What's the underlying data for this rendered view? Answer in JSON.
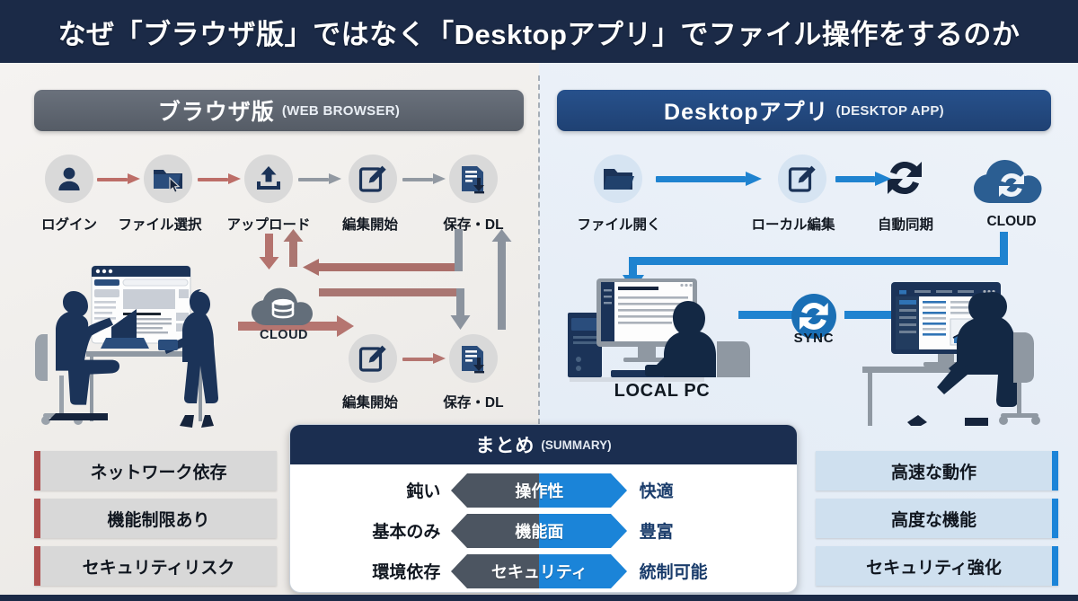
{
  "title": "なぜ「ブラウザ版」ではなく「Desktopアプリ」でファイル操作をするのか",
  "colors": {
    "title_bar": "#1b2a47",
    "browser_pill": "#555c66",
    "desktop_pill": "#234a80",
    "left_accent": "#b0504f",
    "right_accent": "#1b84d8",
    "summary_head": "#1b2e50",
    "hex_left": "#4c5561",
    "hex_right": "#1b84d8"
  },
  "left_panel": {
    "header": {
      "jp": "ブラウザ版",
      "en": "(WEB BROWSER)"
    },
    "flow_top": [
      {
        "label": "ログイン",
        "icon": "user-icon"
      },
      {
        "label": "ファイル選択",
        "icon": "folder-cursor-icon"
      },
      {
        "label": "アップロード",
        "icon": "upload-icon"
      },
      {
        "label": "編集開始",
        "icon": "edit-pencil-icon"
      },
      {
        "label": "保存・DL",
        "icon": "save-download-icon"
      }
    ],
    "flow_second": [
      {
        "label": "編集開始",
        "icon": "edit-pencil-icon"
      },
      {
        "label": "保存・DL",
        "icon": "save-download-icon"
      }
    ],
    "cloud_label": "CLOUD",
    "chips": [
      {
        "label": "ネットワーク依存"
      },
      {
        "label": "機能制限あり"
      },
      {
        "label": "セキュリティリスク"
      }
    ]
  },
  "right_panel": {
    "header": {
      "jp": "Desktopアプリ",
      "en": "(DESKTOP APP)"
    },
    "flow_top": [
      {
        "label": "ファイル開く",
        "icon": "folder-open-icon"
      },
      {
        "label": "ローカル編集",
        "icon": "edit-pencil-icon"
      },
      {
        "label": "自動同期",
        "icon": "sync-icon"
      },
      {
        "label": "CLOUD",
        "icon": "cloud-sync-icon"
      }
    ],
    "localpc_label": "LOCAL PC",
    "sync_label": "SYNC",
    "chips": [
      {
        "label": "高速な動作"
      },
      {
        "label": "高度な機能"
      },
      {
        "label": "セキュリティ強化"
      }
    ]
  },
  "summary": {
    "header": {
      "jp": "まとめ",
      "en": "(SUMMARY)"
    },
    "rows": [
      {
        "left": "鈍い",
        "center": "操作性",
        "right": "快適"
      },
      {
        "left": "基本のみ",
        "center": "機能面",
        "right": "豊富"
      },
      {
        "left": "環境依存",
        "center": "セキュリティ",
        "right": "統制可能"
      }
    ]
  }
}
